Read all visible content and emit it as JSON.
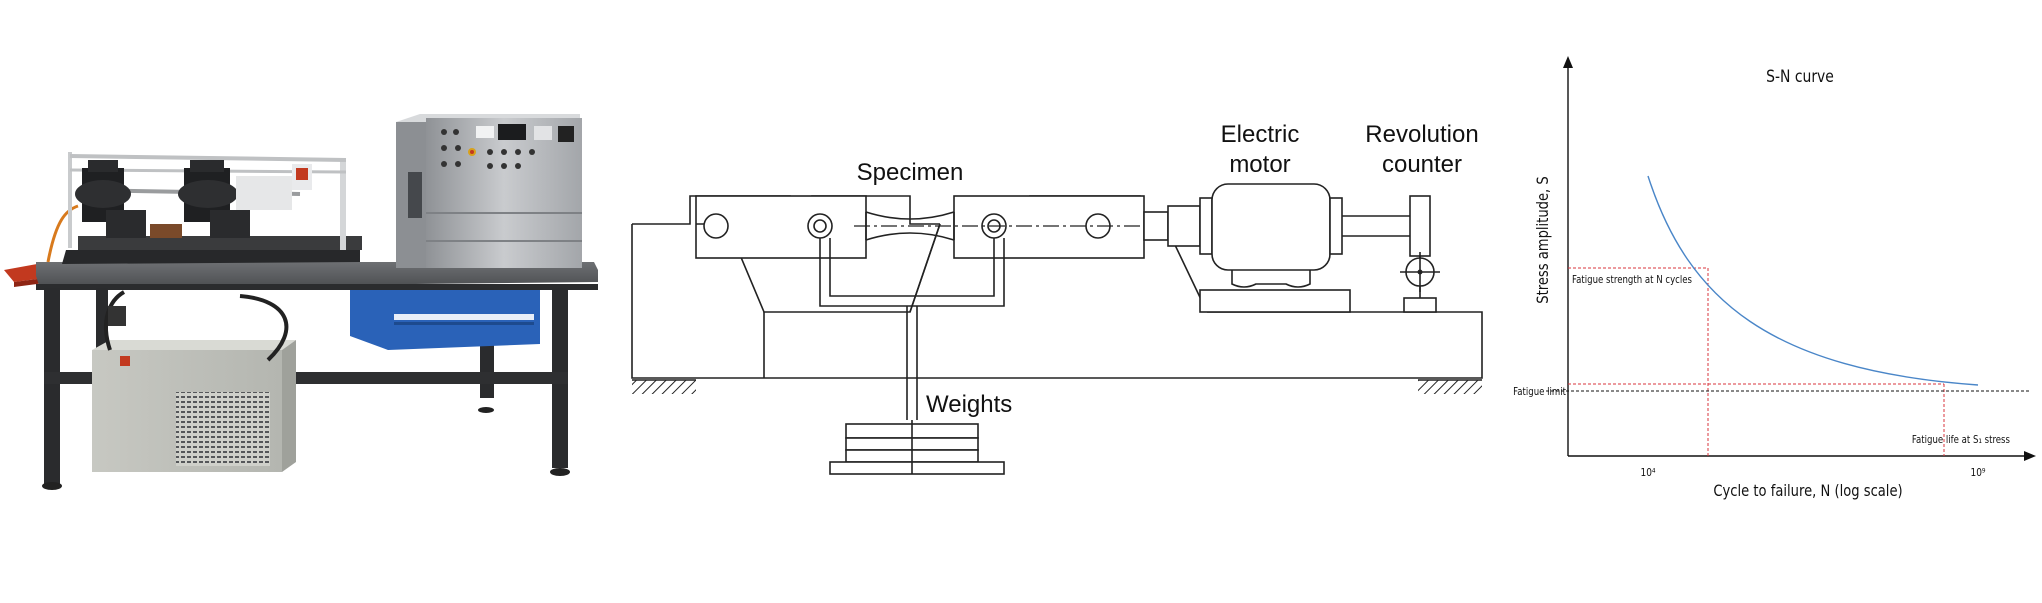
{
  "schematic": {
    "specimen_label": "Specimen",
    "motor_label_line1": "Electric",
    "motor_label_line2": "motor",
    "counter_label_line1": "Revolution",
    "counter_label_line2": "counter",
    "weights_label": "Weights"
  },
  "chart_data": {
    "type": "line",
    "title": "S-N curve",
    "xlabel": "Cycle to failure, N   (log scale)",
    "ylabel": "Stress amplitude, S",
    "x_scale": "log",
    "x_ticks": [
      "10⁴",
      "10⁹"
    ],
    "x_tick_values": [
      10000,
      1000000000
    ],
    "annotations": {
      "fatigue_strength": "Fatigue strength at N cycles",
      "fatigue_limit": "Fatigue limit",
      "fatigue_life": "Fatigue life at S₁ stress"
    },
    "colors": {
      "curve": "#4a86c8",
      "guides": "#d9363e",
      "axes": "#111111"
    }
  }
}
